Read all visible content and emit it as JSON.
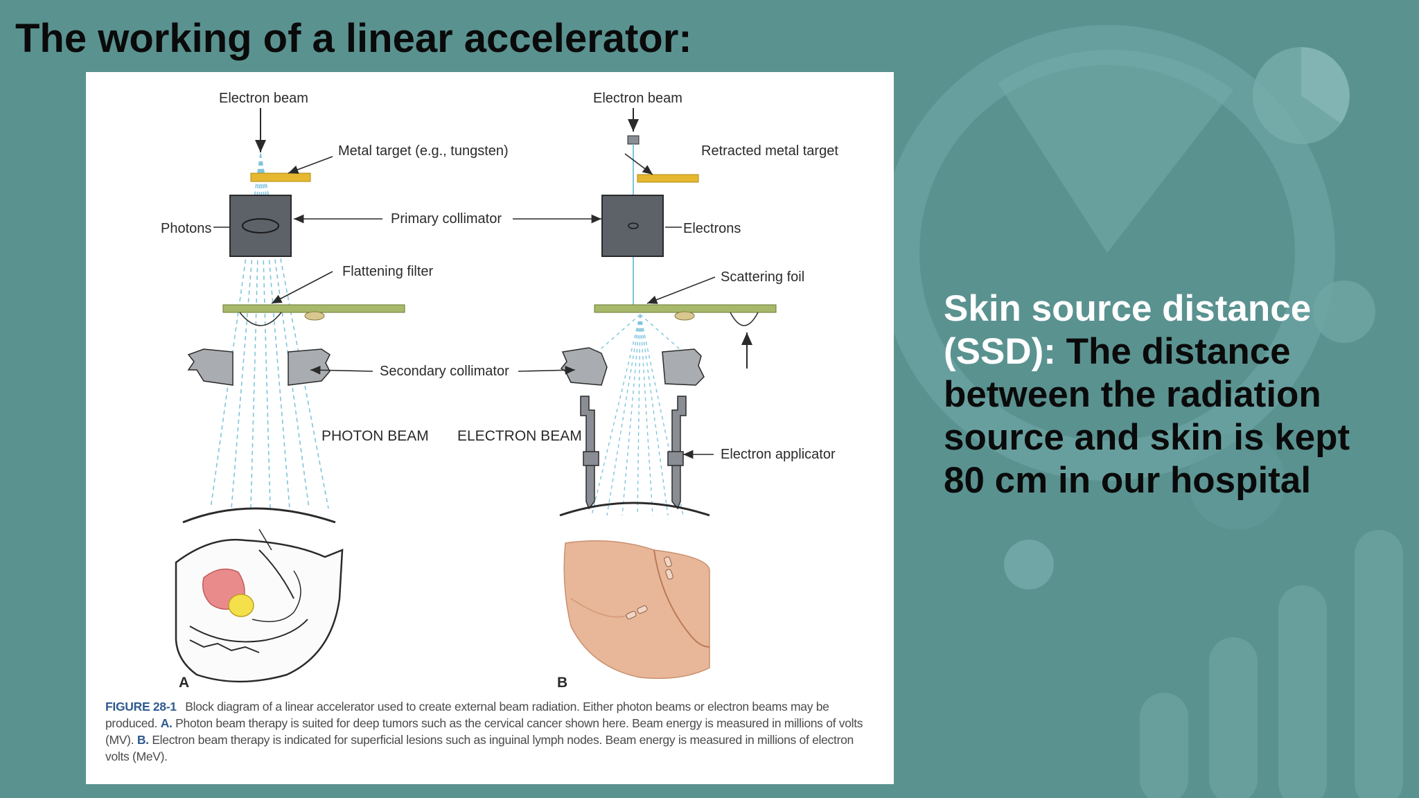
{
  "slide": {
    "title": "The working of a linear accelerator:"
  },
  "figure": {
    "labels": {
      "electron_beam_a": "Electron beam",
      "metal_target": "Metal target (e.g., tungsten)",
      "photons": "Photons",
      "primary_collimator": "Primary collimator",
      "flattening_filter": "Flattening filter",
      "secondary_collimator": "Secondary collimator",
      "photon_beam": "PHOTON BEAM",
      "electron_beam_b": "Electron beam",
      "retracted_target": "Retracted metal target",
      "electrons": "Electrons",
      "scattering_foil": "Scattering foil",
      "electron_beam_caps": "ELECTRON BEAM",
      "electron_applicator": "Electron applicator",
      "panel_a": "A",
      "panel_b": "B"
    },
    "caption": {
      "figure_number": "FIGURE 28-1",
      "text_1": "Block diagram of a linear accelerator used to create external beam radiation. Either photon beams or electron beams may be produced.",
      "marker_a": "A.",
      "text_a": "Photon beam therapy is suited for deep tumors such as the cervical cancer shown here. Beam energy is measured in millions of volts (MV).",
      "marker_b": "B.",
      "text_b": "Electron beam therapy is indicated for superficial lesions such as inguinal lymph nodes. Beam energy is measured in millions of electron volts (MeV)."
    }
  },
  "side": {
    "term": "Skin source distance (SSD):",
    "definition": "The distance between the radiation source and skin is kept 80 cm in our hospital"
  },
  "colors": {
    "background": "#5a9290",
    "target": "#e6b830",
    "filter": "#a8b86a",
    "beam": "#7fc4dc",
    "caption_accent": "#2f5b8f"
  }
}
